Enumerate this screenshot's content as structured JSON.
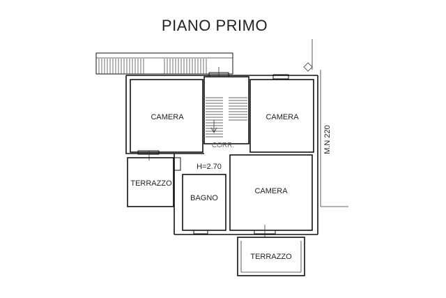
{
  "title": "PIANO PRIMO",
  "rooms": {
    "camera_top_left": "CAMERA",
    "camera_top_right": "CAMERA",
    "camera_bottom": "CAMERA",
    "bagno": "BAGNO",
    "terrazzo_left": "TERRAZZO",
    "terrazzo_bottom": "TERRAZZO",
    "corridor": "CORR.",
    "height": "H=2.70"
  },
  "side_label": "M.N 220",
  "colors": {
    "stroke": "#111111",
    "background": "#ffffff"
  }
}
